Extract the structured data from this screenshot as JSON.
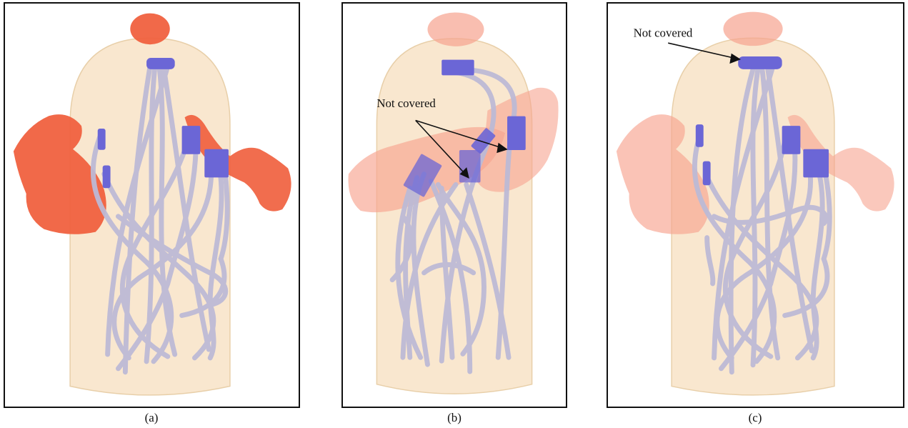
{
  "panels": [
    {
      "id": "a",
      "caption": "(a)",
      "annotation": ""
    },
    {
      "id": "b",
      "caption": "(b)",
      "annotation": "Not covered"
    },
    {
      "id": "c",
      "caption": "(c)",
      "annotation": "Not covered"
    }
  ],
  "colors": {
    "vessel_fill": "#f9e7cf",
    "vessel_stroke": "#e8cfa9",
    "obstacle_solid": "#f0613f",
    "obstacle_faded": "#f7a38f",
    "tube": "#cfcde2",
    "tube_stroke": "#a9a6c4",
    "tip": "#6b66d6"
  },
  "icons": {
    "arrow": "arrow-icon"
  }
}
